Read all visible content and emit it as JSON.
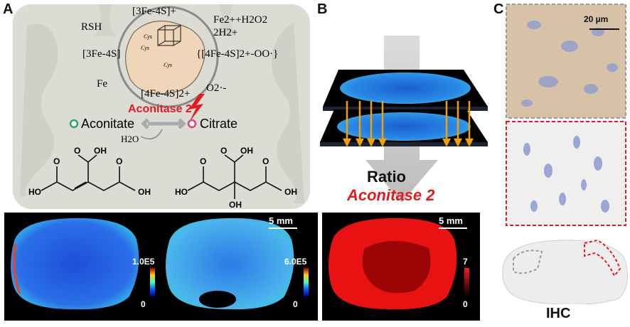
{
  "panels": {
    "a": "A",
    "b": "B",
    "c": "C"
  },
  "panel_a": {
    "cluster_labels": {
      "top": "[3Fe-4S]+",
      "left_thiol": "RSH",
      "top_right": "Fe2++H2O2",
      "top_right2": "2H2+",
      "left": "[3Fe-4S]",
      "right": "{[4Fe-4S]2+-OO·}",
      "fe": "Fe",
      "bottom": "[4Fe-4S]2+",
      "superoxide": "O2·-",
      "cys1": "Cys",
      "cys2": "Cys",
      "cys3": "Cys"
    },
    "enzyme": "Aconitase 2",
    "substrate": "Aconitate",
    "product": "Citrate",
    "water": "H2O",
    "structure_labels": {
      "oh": "OH",
      "ho": "HO",
      "o": "O"
    }
  },
  "panel_b": {
    "ratio_label": "Ratio",
    "enzyme_label": "Aconitase 2"
  },
  "imaging": {
    "scale_bar_1": "5 mm",
    "scale_bar_2": "5 mm",
    "colorbar_1_max": "1.0E5",
    "colorbar_1_min": "0",
    "colorbar_2_max": "6.0E5",
    "colorbar_2_min": "0",
    "colorbar_3_max": "7",
    "colorbar_3_min": "0"
  },
  "panel_c": {
    "scale_bar": "20 µm",
    "ihc_label": "IHC"
  },
  "colors": {
    "enzyme_red": "#e31a1c",
    "aconitate_green": "#2aa36b",
    "citrate_pink": "#e0437a",
    "mito_bg": "#d9d9d2",
    "ratio_red": "#ff1a1a",
    "ihc_dashed_red": "#e31a1c",
    "ihc_dashed_gray": "#9a9a9a"
  }
}
